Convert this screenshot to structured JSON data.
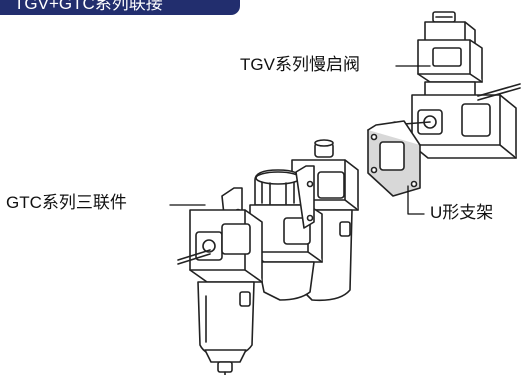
{
  "banner": {
    "title": "TGV+GTC系列联接"
  },
  "labels": {
    "tgv_valve": "TGV系列慢启阀",
    "gtc_unit": "GTC系列三联件",
    "u_bracket": "U形支架"
  },
  "colors": {
    "banner_bg": "#222e6e",
    "line": "#222222"
  }
}
